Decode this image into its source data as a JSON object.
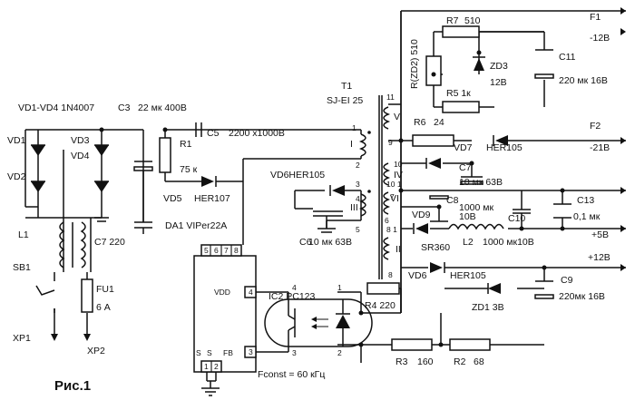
{
  "figure_label": "Рис.1",
  "outputs": {
    "f1": "F1",
    "f2": "F2",
    "v_m12": "-12В",
    "v_m21": "-21В",
    "v_p5": "+5В",
    "v_p12": "+12В"
  },
  "transformer": {
    "name": "T1",
    "type": "SJ-EI 25",
    "windings": {
      "v": "V",
      "i": "I",
      "iii": "III",
      "iv": "IV",
      "vi": "VI",
      "ii": "II"
    },
    "pins": {
      "p1": "1",
      "p2": "2",
      "p3": "3",
      "p4": "4",
      "p5": "5",
      "p6": "6",
      "p7": "7",
      "p8": "8",
      "p9": "9",
      "p10": "10",
      "p11": "11",
      "p8_1": "8 1",
      "p10_1": "10 1"
    }
  },
  "components": {
    "vd_bridge": "VD1-VD4 1N4007",
    "c3": "C3",
    "c3_val": "22 мк 400В",
    "vd1": "VD1",
    "vd2": "VD2",
    "vd3": "VD3",
    "vd4": "VD4",
    "r1": "R1",
    "r1_val": "75 к",
    "c5": "C5",
    "c5_val": "2200 x1000В",
    "vd5": "VD5",
    "vd5_type": "HER107",
    "da1": "DA1 VIPer22A",
    "l1": "L1",
    "c7_in": "C7 220",
    "sb1": "SB1",
    "xp1": "XP1",
    "xp2": "XP2",
    "fu1": "FU1",
    "fu1_val": "6 А",
    "vd6_top": "VD6HER105",
    "c6": "C6",
    "c6_val": "10 мк 63В",
    "r7": "R7",
    "r7_val": "510",
    "r_zd2": "R(ZD2) 510",
    "zd3": "ZD3",
    "zd3_val": "12В",
    "r5": "R5 1к",
    "c11": "C11",
    "c11_val": "220 мк 16В",
    "r6": "R6",
    "r6_val": "24",
    "vd7": "VD7",
    "vd7_type": "HER105",
    "c7": "C7",
    "c7_val": "10 мк 63В",
    "c8": "C8",
    "c8_val1": "1000 мк",
    "c8_val2": "10В",
    "c13": "C13",
    "c13_val": "0,1 мк",
    "vd9": "VD9",
    "vd9_type": "SR360",
    "l2": "L2",
    "l2_val": "1000 мк10В",
    "c10": "C10",
    "vd6": "VD6",
    "vd6_type": "HER105",
    "c9": "C9",
    "c9_val": "220мк 16В",
    "ic2": "IC2 PC123",
    "zd1": "ZD1 3В",
    "r4": "R4 220",
    "r3": "R3",
    "r3_val": "160",
    "r2": "R2",
    "r2_val": "68",
    "fconst": "Fconst = 60 кГц"
  },
  "ic_pins": {
    "vdd": "VDD",
    "fb": "FB",
    "s1": "S",
    "s2": "S",
    "p1": "1",
    "p2": "2",
    "p3": "3",
    "p4": "4",
    "p5": "5",
    "p6": "6",
    "p7": "7",
    "p8": "8"
  },
  "opto_pins": {
    "p1": "1",
    "p2": "2",
    "p3": "3",
    "p4": "4"
  }
}
